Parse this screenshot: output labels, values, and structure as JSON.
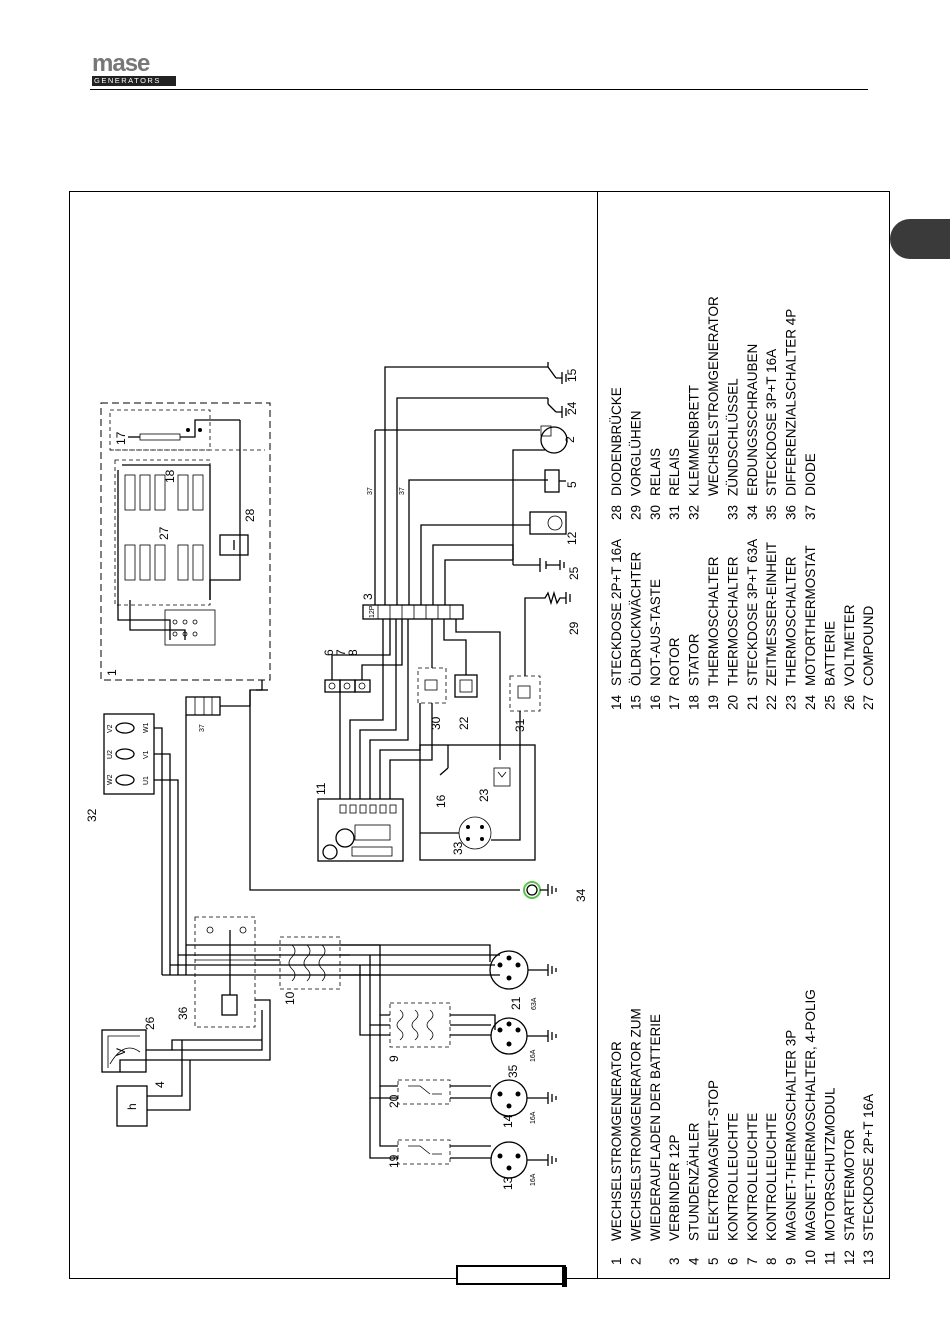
{
  "header": {
    "logo_word": "mase",
    "logo_sub": "GENERATORS"
  },
  "legend": {
    "col1": [
      {
        "num": "1",
        "label": "WECHSELSTROMGENERATOR"
      },
      {
        "num": "2",
        "label": "WECHSELSTROMGENERATOR ZUM"
      },
      {
        "num": "",
        "label": "WIEDERAUFLADEN DER BATTERIE"
      },
      {
        "num": "3",
        "label": "VERBINDER 12P"
      },
      {
        "num": "4",
        "label": "STUNDENZÄHLER"
      },
      {
        "num": "5",
        "label": "ELEKTROMAGNET-STOP"
      },
      {
        "num": "6",
        "label": "KONTROLLEUCHTE"
      },
      {
        "num": "7",
        "label": "KONTROLLEUCHTE"
      },
      {
        "num": "8",
        "label": "KONTROLLEUCHTE"
      },
      {
        "num": "9",
        "label": "MAGNET-THERMOSCHALTER 3P"
      },
      {
        "num": "10",
        "label": "MAGNET-THERMOSCHALTER, 4-POLIG"
      },
      {
        "num": "11",
        "label": "MOTORSCHUTZMODUL"
      },
      {
        "num": "12",
        "label": "STARTERMOTOR"
      },
      {
        "num": "13",
        "label": "STECKDOSE 2P+T 16A"
      }
    ],
    "col2": [
      {
        "num": "14",
        "label": "STECKDOSE 2P+T 16A"
      },
      {
        "num": "15",
        "label": "ÖLDRUCKWÄCHTER"
      },
      {
        "num": "16",
        "label": "NOT-AUS-TASTE"
      },
      {
        "num": "17",
        "label": "ROTOR"
      },
      {
        "num": "18",
        "label": "STATOR"
      },
      {
        "num": "19",
        "label": "THERMOSCHALTER"
      },
      {
        "num": "20",
        "label": "THERMOSCHALTER"
      },
      {
        "num": "21",
        "label": "STECKDOSE 3P+T 63A"
      },
      {
        "num": "22",
        "label": "ZEITMESSER-EINHEIT"
      },
      {
        "num": "23",
        "label": "THERMOSCHALTER"
      },
      {
        "num": "24",
        "label": "MOTORTHERMOSTAT"
      },
      {
        "num": "25",
        "label": "BATTERIE"
      },
      {
        "num": "26",
        "label": "VOLTMETER"
      },
      {
        "num": "27",
        "label": "COMPOUND"
      }
    ],
    "col3": [
      {
        "num": "28",
        "label": "DIODENBRÜCKE"
      },
      {
        "num": "29",
        "label": "VORGLÜHEN"
      },
      {
        "num": "30",
        "label": "RELAIS"
      },
      {
        "num": "31",
        "label": "RELAIS"
      },
      {
        "num": "32",
        "label": "KLEMMENBRETT"
      },
      {
        "num": "",
        "label": "WECHSELSTROMGENERATOR"
      },
      {
        "num": "33",
        "label": "ZÜNDSCHLÜSSEL"
      },
      {
        "num": "34",
        "label": "ERDUNGSSCHRAUBEN"
      },
      {
        "num": "35",
        "label": "STECKDOSE 3P+T 16A"
      },
      {
        "num": "36",
        "label": "DIFFERENZIALSCHALTER 4P"
      },
      {
        "num": "37",
        "label": "DIODE"
      }
    ]
  },
  "diagram_labels": {
    "n1": "1",
    "n2": "2",
    "n3": "3",
    "n4": "4",
    "n5": "5",
    "n6": "6",
    "n7": "7",
    "n8": "8",
    "n9": "9",
    "n10": "10",
    "n11": "11",
    "n12": "12",
    "n13": "13",
    "n14": "14",
    "n15": "15",
    "n16": "16",
    "n17": "17",
    "n18": "18",
    "n19": "19",
    "n20": "20",
    "n21": "21",
    "n22": "22",
    "n23": "23",
    "n24": "24",
    "n25": "25",
    "n26": "26",
    "n27": "27",
    "n28": "28",
    "n29": "29",
    "n30": "30",
    "n31": "31",
    "n32": "32",
    "n33": "33",
    "n34": "34",
    "n35": "35",
    "n36": "36",
    "n37a": "37",
    "n37b": "37",
    "n37c": "37",
    "h": "h",
    "v": "V",
    "u1": "U1",
    "u2": "U2",
    "v1": "V1",
    "v2": "V2",
    "w1": "W1",
    "w2": "W2",
    "a16_13": "16A",
    "a16_14": "16A",
    "a16_35": "16A",
    "a63_21": "63A",
    "p12": "12P"
  }
}
